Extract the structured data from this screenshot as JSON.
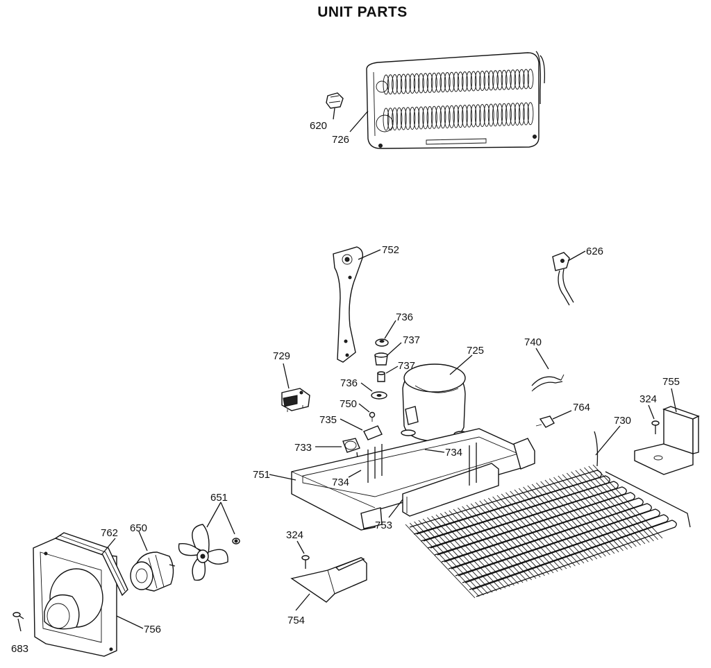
{
  "title": "UNIT PARTS",
  "colors": {
    "ink": "#111111",
    "background": "#ffffff"
  },
  "callouts": [
    {
      "id": "620",
      "label": "620"
    },
    {
      "id": "726",
      "label": "726"
    },
    {
      "id": "752",
      "label": "752"
    },
    {
      "id": "626",
      "label": "626"
    },
    {
      "id": "736a",
      "label": "736"
    },
    {
      "id": "737a",
      "label": "737"
    },
    {
      "id": "737b",
      "label": "737"
    },
    {
      "id": "725",
      "label": "725"
    },
    {
      "id": "740",
      "label": "740"
    },
    {
      "id": "729",
      "label": "729"
    },
    {
      "id": "736b",
      "label": "736"
    },
    {
      "id": "750",
      "label": "750"
    },
    {
      "id": "755",
      "label": "755"
    },
    {
      "id": "324a",
      "label": "324"
    },
    {
      "id": "764",
      "label": "764"
    },
    {
      "id": "735",
      "label": "735"
    },
    {
      "id": "730",
      "label": "730"
    },
    {
      "id": "733",
      "label": "733"
    },
    {
      "id": "734a",
      "label": "734"
    },
    {
      "id": "751",
      "label": "751"
    },
    {
      "id": "734b",
      "label": "734"
    },
    {
      "id": "651",
      "label": "651"
    },
    {
      "id": "762",
      "label": "762"
    },
    {
      "id": "650",
      "label": "650"
    },
    {
      "id": "753",
      "label": "753"
    },
    {
      "id": "324b",
      "label": "324"
    },
    {
      "id": "756",
      "label": "756"
    },
    {
      "id": "754",
      "label": "754"
    },
    {
      "id": "683",
      "label": "683"
    }
  ]
}
